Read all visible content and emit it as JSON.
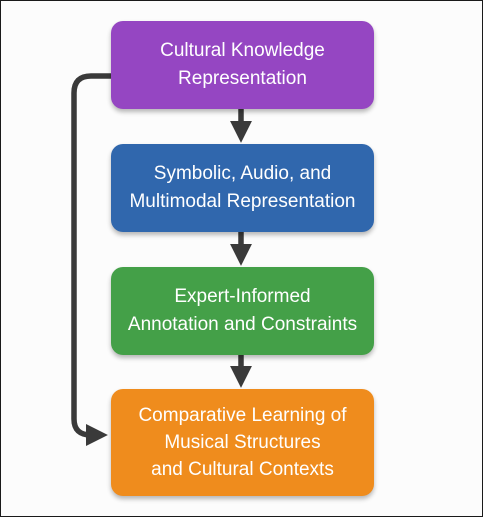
{
  "diagram": {
    "nodes": [
      {
        "id": "cultural-knowledge",
        "label": "Cultural Knowledge\nRepresentation",
        "color": "#9546c2"
      },
      {
        "id": "symbolic-audio-multimodal",
        "label": "Symbolic, Audio, and\nMultimodal Representation",
        "color": "#3067ad"
      },
      {
        "id": "expert-informed-annotation",
        "label": "Expert-Informed\nAnnotation and Constraints",
        "color": "#44a048"
      },
      {
        "id": "comparative-learning",
        "label": "Comparative Learning of\nMusical Structures\nand Cultural Contexts",
        "color": "#ef8c1d"
      }
    ],
    "edges": [
      {
        "from": "cultural-knowledge",
        "to": "symbolic-audio-multimodal"
      },
      {
        "from": "symbolic-audio-multimodal",
        "to": "expert-informed-annotation"
      },
      {
        "from": "expert-informed-annotation",
        "to": "comparative-learning"
      },
      {
        "from": "cultural-knowledge",
        "to": "comparative-learning",
        "route": "left-loop"
      }
    ],
    "connector_color": "#3a3a3a"
  }
}
